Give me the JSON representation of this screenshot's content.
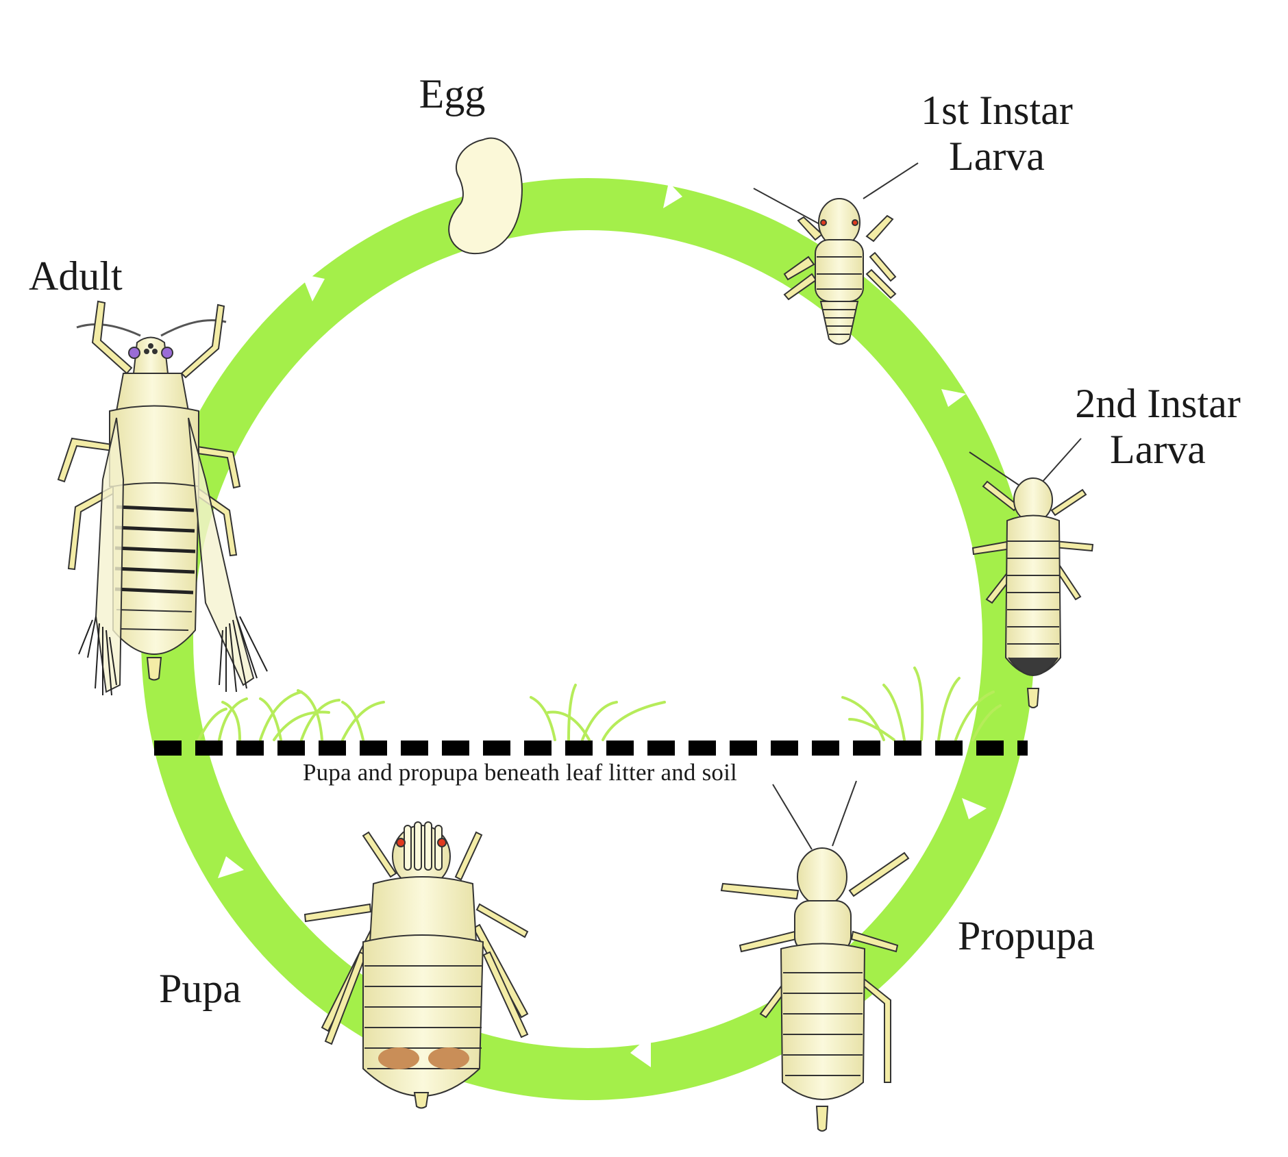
{
  "stages": {
    "egg": "Egg",
    "first_instar": [
      "1st Instar",
      "Larva"
    ],
    "second_instar": [
      "2nd Instar",
      "Larva"
    ],
    "propupa": "Propupa",
    "pupa": "Pupa",
    "adult": "Adult"
  },
  "ground_note": "Pupa and propupa beneath leaf litter and soil",
  "colors": {
    "cycle_ring": "#a4ef4a",
    "arrow": "#ffffff",
    "insect_body": "#f8f5cc",
    "insect_outline": "#333333",
    "eye_red": "#e03a1e",
    "eye_purple": "#9a6cd6",
    "wing_buds": "#c98e58",
    "grass": "#b6ec5a",
    "ground_line": "#000000"
  }
}
